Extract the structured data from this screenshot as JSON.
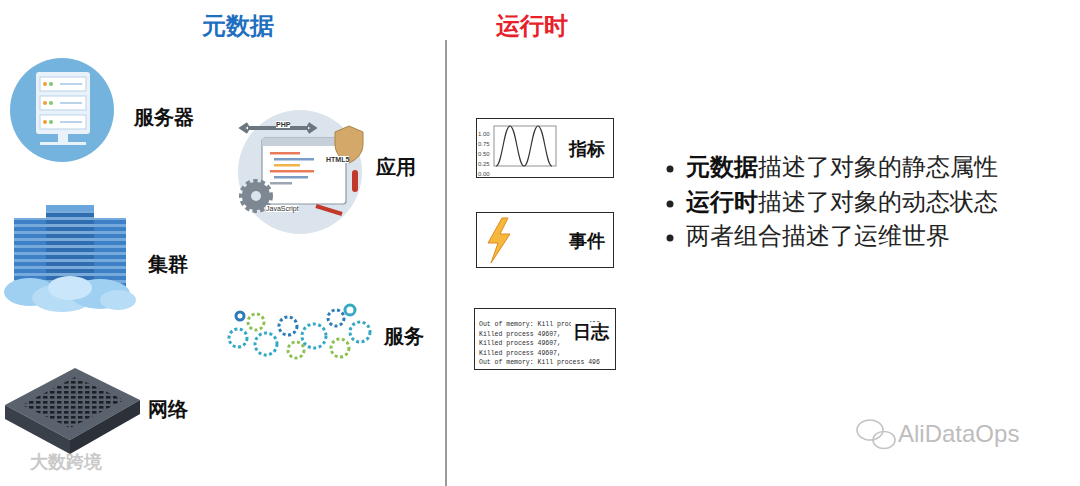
{
  "diagram": {
    "nodes": [
      {
        "text": [
          "指标"
        ]
      },
      {
        "text": [
          "事件"
        ]
      },
      {
        "text": [
          "Out of memory: Kill process 496",
          "Killed process 49607,",
          "Killed process 49607,",
          "Killed process 49607,",
          "Out of memory: Kill process 496",
          "日志"
        ]
      }
    ],
    "labels": [
      "元数据",
      "运行时",
      "服务器",
      "集群",
      "网络",
      "PHP",
      "HTML5",
      "JavaScript",
      "应用",
      "服务",
      "1.00",
      "0.75",
      "0.50",
      "0.25",
      "0.00",
      "元数据",
      "描述了对象的静态属性",
      "运行时",
      "描述了对象的动态状态",
      "两者组合描述了运维世界",
      "AliDataOps",
      "大数跨境"
    ]
  }
}
